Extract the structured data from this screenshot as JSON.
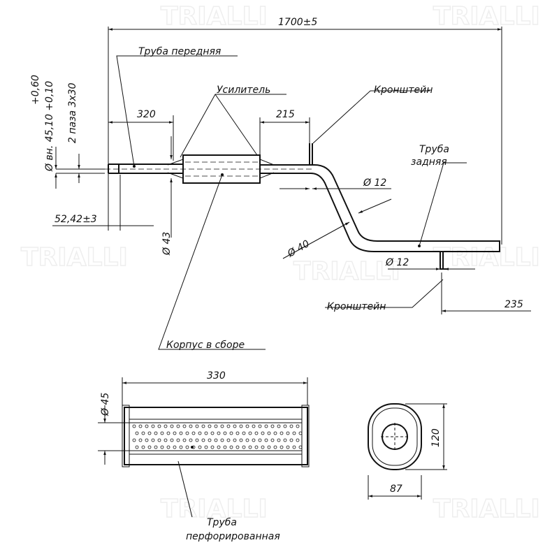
{
  "watermark": "TRIALLI",
  "dims": {
    "total": "1700±5",
    "d320": "320",
    "d215": "215",
    "d235": "235",
    "d330": "330",
    "d87": "87",
    "d120": "120",
    "d45": "Ø 45",
    "d43": "Ø 43",
    "d40": "Ø 40",
    "d12a": "Ø 12",
    "d12b": "Ø 12",
    "d52": "52,42±3",
    "inner": "Ø вн. 45,10 +0,10",
    "tol": "+0,60",
    "slots": "2 паза 3x30"
  },
  "labels": {
    "front_pipe": "Труба передняя",
    "reinforcer": "Усилитель",
    "bracket1": "Кронштейн",
    "rear_pipe_1": "Труба",
    "rear_pipe_2": "задняя",
    "bracket2": "Кронштейн",
    "body": "Корпус в сборе",
    "perf_1": "Труба",
    "perf_2": "перфорированная"
  }
}
